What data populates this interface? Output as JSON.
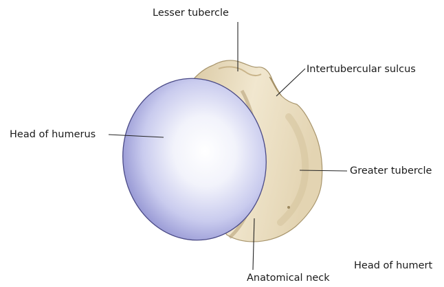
{
  "labels": {
    "lesser_tubercle": "Lesser tubercle",
    "intertubercular_sulcus": "Intertubercular sulcus",
    "head_of_humerus": "Head of humerus",
    "greater_tubercle": "Greater tubercle",
    "anatomical_neck": "Anatomical neck",
    "head_of_humerus_cut": "Head of humert"
  },
  "colors": {
    "bone": "#ece0c4",
    "bone_shadow": "#cdbb95",
    "head_center": "#ffffff",
    "head_mid": "#d4d6f0",
    "head_edge": "#9a9bd6",
    "leader": "#222222"
  }
}
